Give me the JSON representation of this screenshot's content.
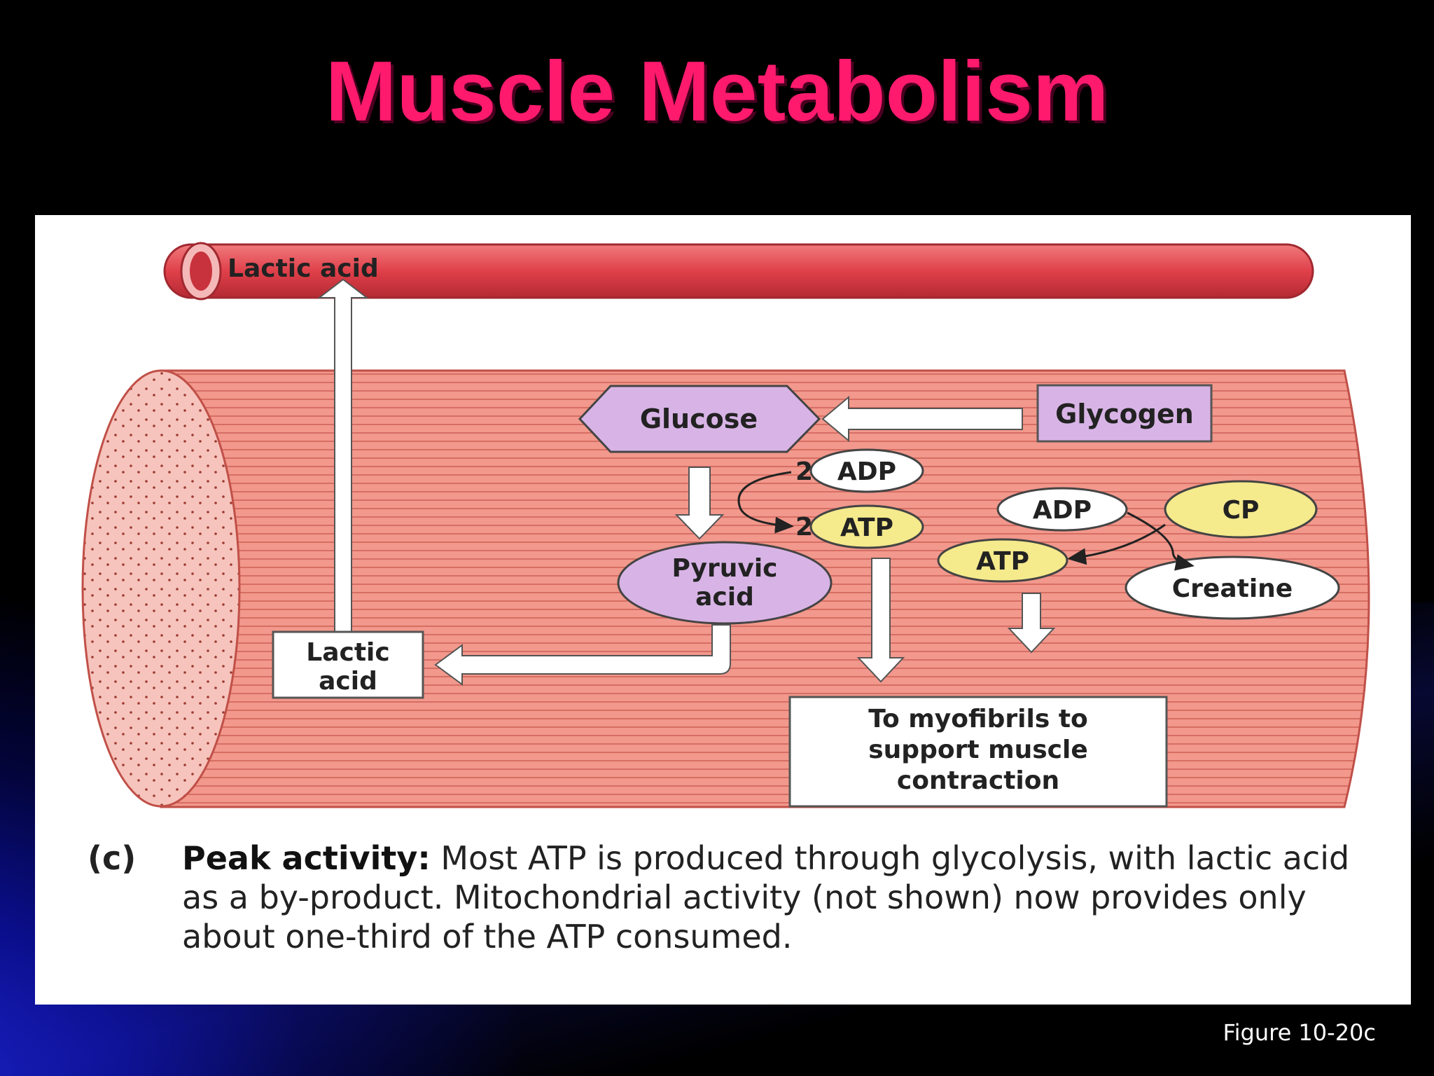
{
  "slide": {
    "title": "Muscle Metabolism",
    "figure_ref": "Figure 10-20c"
  },
  "diagram": {
    "vessel_label": "Lactic acid",
    "glucose": "Glucose",
    "glycogen": "Glycogen",
    "adp_count": "2",
    "adp": "ADP",
    "atp_count": "2",
    "atp": "ATP",
    "pyruvic_line1": "Pyruvic",
    "pyruvic_line2": "acid",
    "lactic_line1": "Lactic",
    "lactic_line2": "acid",
    "cp_adp": "ADP",
    "cp": "CP",
    "cp_atp": "ATP",
    "creatine": "Creatine",
    "myofibrils_line1": "To myofibrils to",
    "myofibrils_line2": "support muscle",
    "myofibrils_line3": "contraction"
  },
  "caption": {
    "tag": "(c)",
    "lead": "Peak activity:",
    "text": " Most ATP is produced through glycolysis, with lactic acid as a by-product. Mitochondrial activity (not shown) now provides only about one-third of the ATP consumed."
  },
  "colors": {
    "title": "#ff1a6e",
    "muscle": "#f08a80",
    "vessel": "#e0404a",
    "lavender": "#d8b4e6",
    "yellow": "#f5ea8c"
  }
}
